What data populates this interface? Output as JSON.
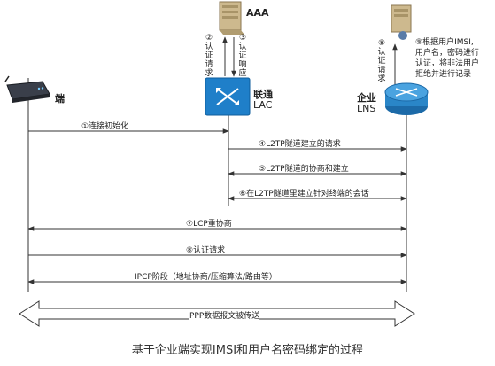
{
  "entities": {
    "terminal": "端",
    "aaa": "AAA",
    "lac_line1": "联通",
    "lac_line2": "LAC",
    "lns_line1": "企业",
    "lns_line2": "LNS"
  },
  "side_labels": {
    "auth_request_vertical": "②认证请求",
    "auth_response_vertical": "③认证响应",
    "lns_auth_request_vertical": "⑧认证请求"
  },
  "note_lines": [
    "⑨根据用户IMSI,",
    "用户名，密码进行",
    "认证，将非法用户",
    "拒绝并进行记录"
  ],
  "messages": [
    "①连接初始化",
    "④L2TP隧道建立的请求",
    "⑤L2TP隧道的协商和建立",
    "⑥在L2TP隧道里建立针对终端的会话",
    "⑦LCP重协商",
    "⑧认证请求",
    "IPCP阶段（地址协商/压缩算法/路由等）",
    "PPP数据报文被传送"
  ],
  "caption": "基于企业端实现IMSI和用户名密码绑定的过程",
  "colors": {
    "line": "#333333",
    "lac_box": "#1f7fc9",
    "lns_router": "#2a86c8",
    "server": "#c8b48a"
  }
}
